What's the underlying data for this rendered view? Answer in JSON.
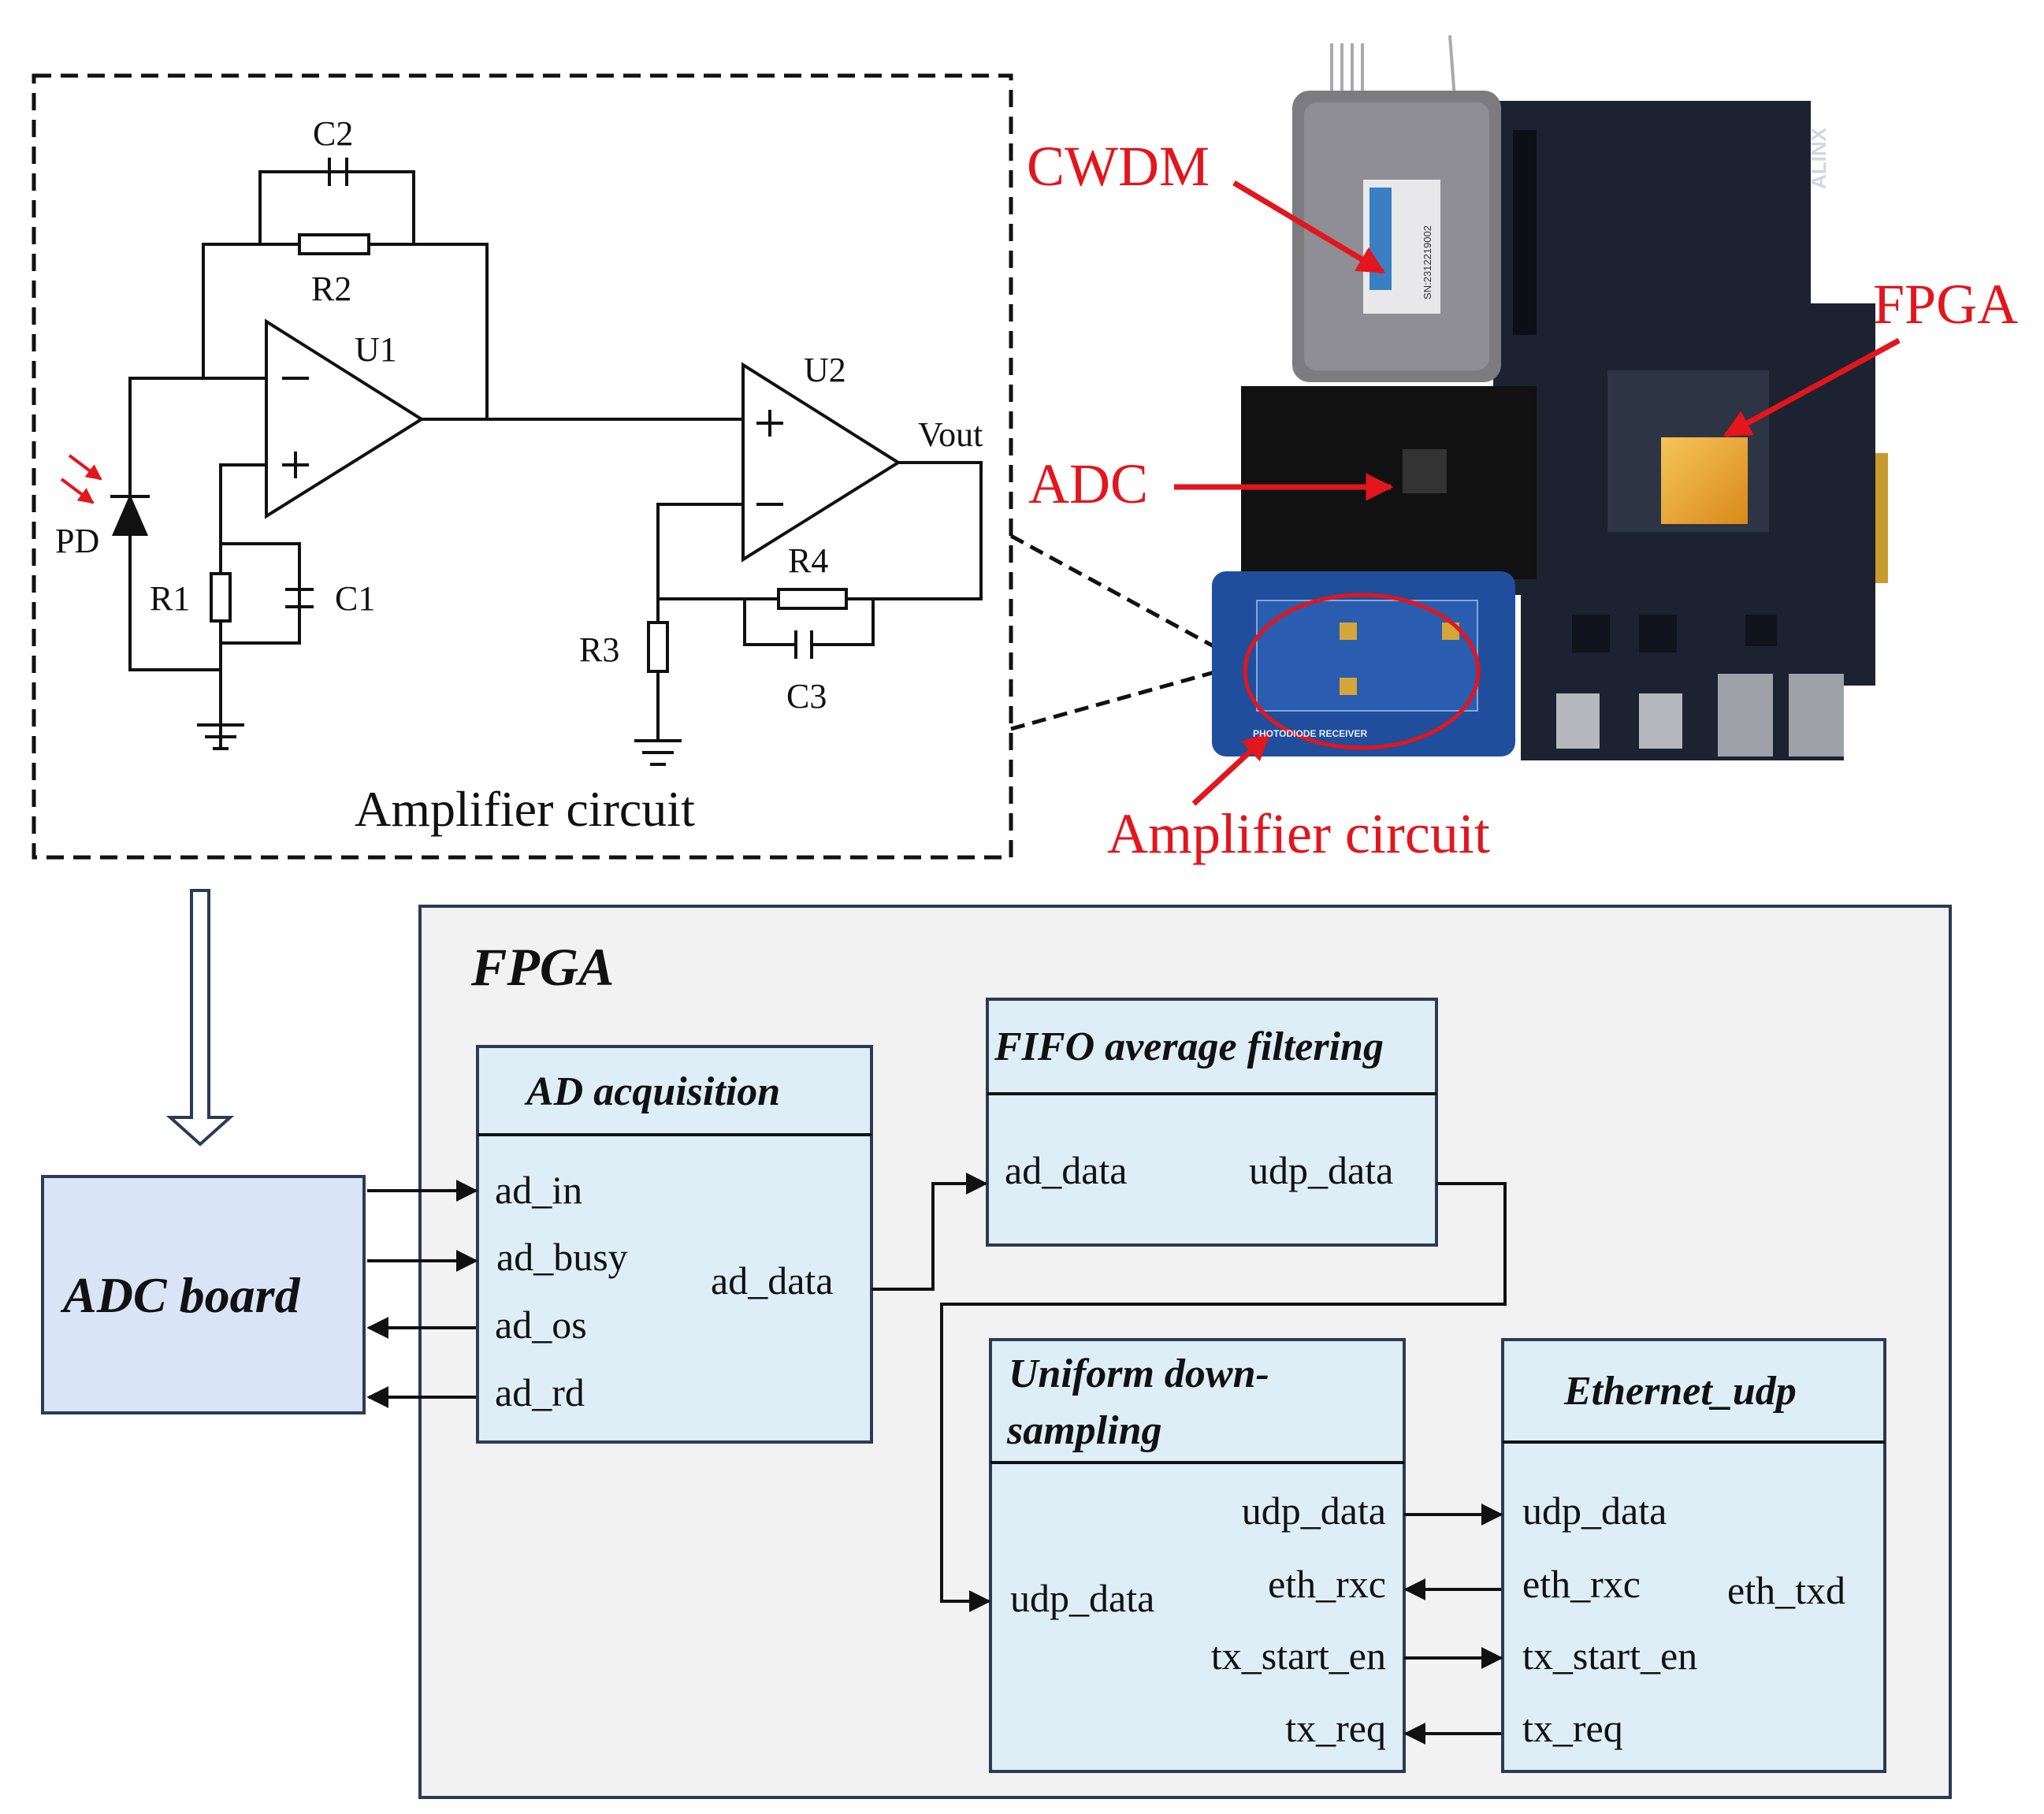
{
  "circuit": {
    "caption": "Amplifier circuit",
    "components": {
      "c2": "C2",
      "r2": "R2",
      "u1": "U1",
      "u2": "U2",
      "vout": "Vout",
      "pd": "PD",
      "r1": "R1",
      "c1": "C1",
      "r4": "R4",
      "r3": "R3",
      "c3": "C3"
    }
  },
  "photo": {
    "labels": {
      "cwdm": "CWDM",
      "fpga": "FPGA",
      "adc": "ADC",
      "amplifier": "Amplifier circuit"
    },
    "board_marks": {
      "brand": "ALINX",
      "serial": "SN:2312219002",
      "pcb_text": "PHOTODIODE RECEIVER"
    }
  },
  "fpga_block": {
    "title": "FPGA"
  },
  "adc_board": {
    "title": "ADC board"
  },
  "modules": {
    "ad_acquisition": {
      "title": "AD acquisition",
      "inputs": [
        "ad_in",
        "ad_busy",
        "ad_os",
        "ad_rd"
      ],
      "output": "ad_data"
    },
    "fifo": {
      "title": "FIFO average filtering",
      "input": "ad_data",
      "output": "udp_data"
    },
    "downsampling": {
      "title_line1": "Uniform down-",
      "title_line2": "sampling",
      "input": "udp_data",
      "ports": [
        "udp_data",
        "eth_rxc",
        "tx_start_en",
        "tx_req"
      ]
    },
    "ethernet": {
      "title": "Ethernet_udp",
      "ports": [
        "udp_data",
        "eth_rxc",
        "tx_start_en",
        "tx_req"
      ],
      "output": "eth_txd"
    }
  },
  "colors": {
    "annotation_red": "#e3151d",
    "module_fill": "#ddeef6",
    "adc_board_fill": "#d9e5f7",
    "fpga_fill": "#f2f2f2",
    "block_border": "#2b3a55",
    "pcb_dark": "#1c2230",
    "heatsink": "#e8a52a"
  }
}
